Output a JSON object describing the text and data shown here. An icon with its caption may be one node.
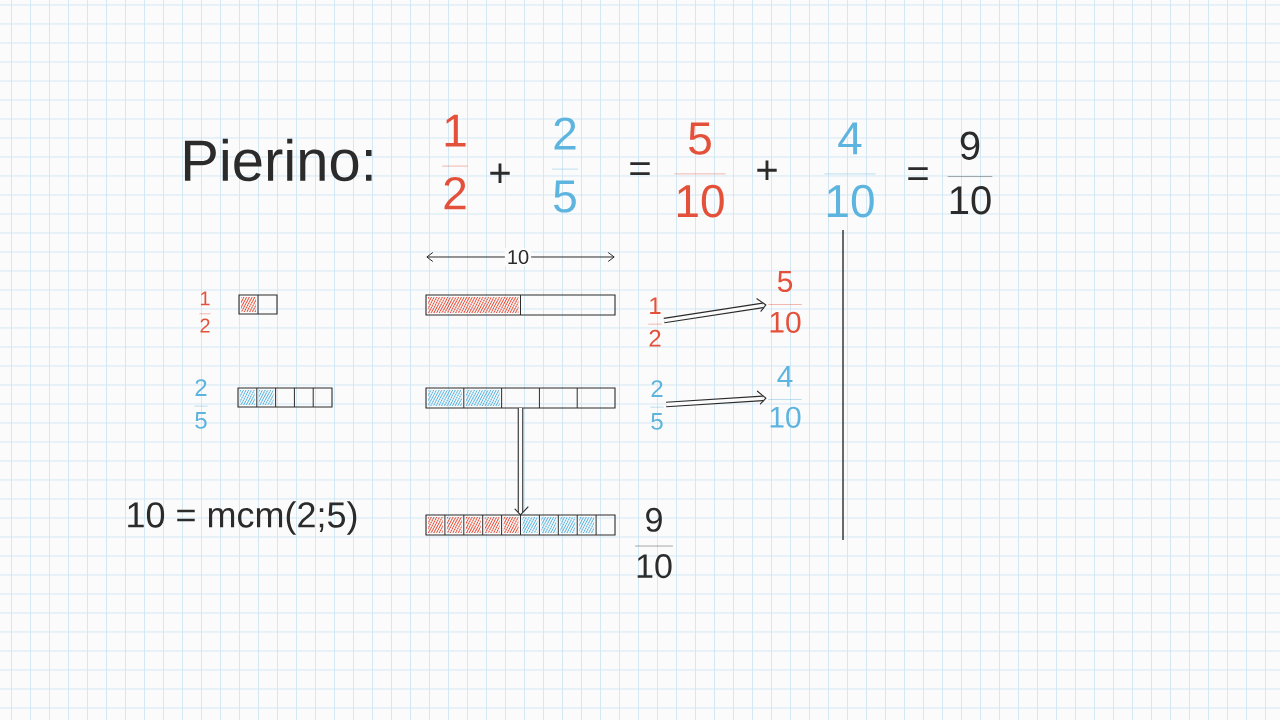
{
  "diagram": {
    "title": "Pierino:",
    "nodes": [
      {
        "text": [],
        "shape": "bar",
        "beside": [
          "\\frac{1}{2}"
        ]
      },
      {
        "text": [],
        "shape": "bar"
      },
      {
        "text": [
          "\\frac{1}{2}"
        ]
      },
      {
        "text": [
          "\\frac{5}{10}"
        ]
      },
      {
        "text": [],
        "shape": "bar",
        "beside": [
          "\\frac{2}{5}"
        ]
      },
      {
        "text": [],
        "shape": "bar"
      },
      {
        "text": [
          "\\frac{2}{5}"
        ]
      },
      {
        "text": [
          "\\frac{4}{10}"
        ]
      },
      {
        "text": [],
        "shape": "bar",
        "beside": [
          "\\frac{9}{10}"
        ]
      }
    ],
    "edges": [
      {
        "from": 2,
        "to": 3,
        "arrow": "to"
      },
      {
        "from": 6,
        "to": 7,
        "arrow": "to"
      },
      {
        "from": 5,
        "to": 8,
        "arrow": "to"
      }
    ],
    "labels": [
      "\\frac{1}{2}",
      "+",
      "\\frac{2}{5}",
      "=",
      "\\frac{5}{10}",
      "+",
      "\\frac{4}{10}",
      "=",
      "\\frac{9}{10}",
      "10",
      "10 = mcm(2;5)"
    ]
  }
}
